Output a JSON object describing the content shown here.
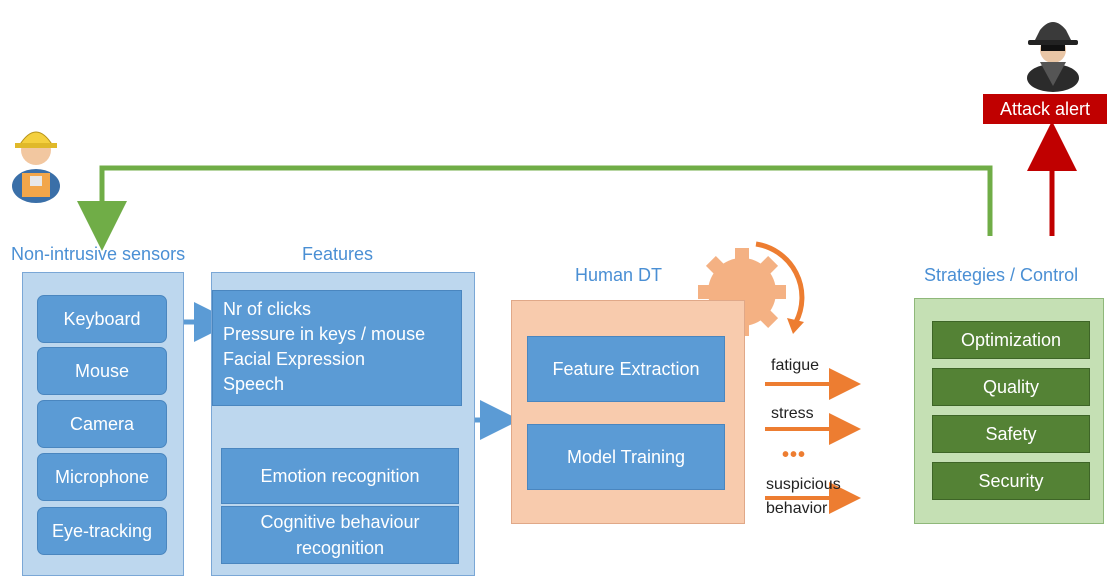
{
  "sensors": {
    "title": "Non-intrusive sensors",
    "items": [
      {
        "label": "Keyboard"
      },
      {
        "label": "Mouse"
      },
      {
        "label": "Camera"
      },
      {
        "label": "Microphone"
      },
      {
        "label": "Eye-tracking"
      }
    ]
  },
  "features": {
    "title": "Features",
    "list": [
      "Nr of clicks",
      "Pressure in keys / mouse",
      "Facial Expression",
      "Speech"
    ],
    "emotion": "Emotion recognition",
    "cognitive": [
      "Cognitive behaviour",
      "recognition"
    ]
  },
  "human_dt": {
    "title": "Human DT",
    "feature_extraction": "Feature Extraction",
    "model_training": "Model Training",
    "icon": "gear-icon"
  },
  "outputs": {
    "fatigue": "fatigue",
    "stress": "stress",
    "ellipsis": "•••",
    "suspicious": [
      "suspicious",
      "behavior"
    ]
  },
  "strategies": {
    "title": "Strategies / Control",
    "items": [
      {
        "label": "Optimization"
      },
      {
        "label": "Quality"
      },
      {
        "label": "Safety"
      },
      {
        "label": "Security"
      }
    ]
  },
  "alert": {
    "label": "Attack alert",
    "icon": "hacker-icon"
  },
  "worker": {
    "icon": "worker-icon"
  },
  "colors": {
    "blue_panel": "#bdd7ee",
    "blue_box": "#5b9bd5",
    "orange_panel": "#f8cbad",
    "gear": "#f4b183",
    "green_panel": "#c5e0b4",
    "green_box": "#548235",
    "feedback_line": "#70ad47",
    "arrow_orange": "#ed7d31",
    "alert_red": "#c00000"
  }
}
